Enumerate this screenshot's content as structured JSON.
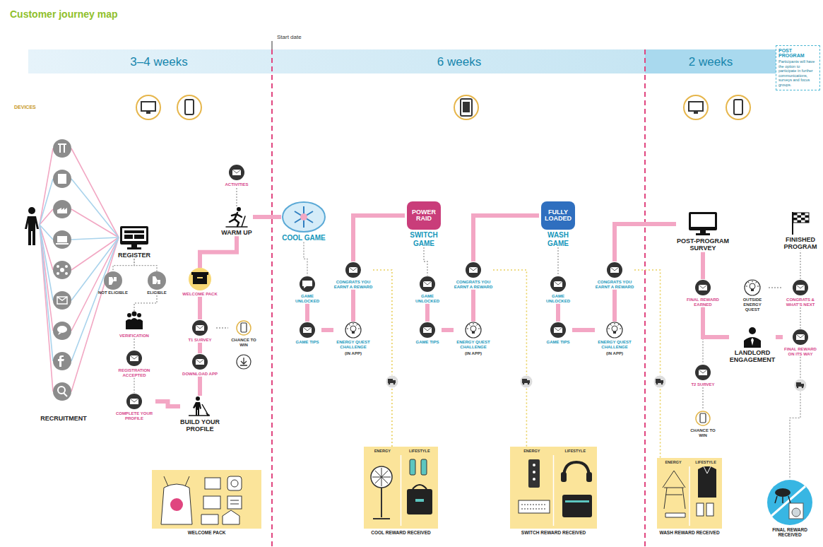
{
  "diagram": {
    "title": "Customer journey map",
    "nodes": [
      {
        "text": [
          "RECRUITMENT"
        ]
      },
      {
        "text": [
          "REGISTER"
        ]
      },
      {
        "text": [
          "NOT ELIGIBLE"
        ]
      },
      {
        "text": [
          "ELIGIBLE"
        ]
      },
      {
        "text": [
          "VERIFICATION"
        ]
      },
      {
        "text": [
          "REGISTRATION ACCEPTED"
        ]
      },
      {
        "text": [
          "COMPLETE YOUR PROFILE"
        ]
      },
      {
        "text": [
          "BUILD YOUR PROFILE"
        ]
      },
      {
        "text": [
          "WELCOME PACK"
        ]
      },
      {
        "text": [
          "T1 SURVEY"
        ]
      },
      {
        "text": [
          "CHANCE TO WIN"
        ]
      },
      {
        "text": [
          "DOWNLOAD APP"
        ]
      },
      {
        "text": [
          "ACTIVITIES"
        ]
      },
      {
        "text": [
          "WARM UP"
        ]
      },
      {
        "text": [
          "COOL GAME"
        ]
      },
      {
        "text": [
          "GAME UNLOCKED"
        ]
      },
      {
        "text": [
          "GAME TIPS"
        ]
      },
      {
        "text": [
          "CONGRATS YOU EARNT A REWARD"
        ]
      },
      {
        "text": [
          "ENERGY QUEST CHALLENGE",
          "(IN APP)"
        ]
      },
      {
        "text": [
          "POWER RAID",
          "SWITCH GAME"
        ]
      },
      {
        "text": [
          "GAME UNLOCKED"
        ]
      },
      {
        "text": [
          "GAME TIPS"
        ]
      },
      {
        "text": [
          "CONGRATS YOU EARNT A REWARD"
        ]
      },
      {
        "text": [
          "ENERGY QUEST CHALLENGE",
          "(IN APP)"
        ]
      },
      {
        "text": [
          "FULLY LOADED",
          "WASH GAME"
        ]
      },
      {
        "text": [
          "GAME UNLOCKED"
        ]
      },
      {
        "text": [
          "GAME TIPS"
        ]
      },
      {
        "text": [
          "CONGRATS YOU EARNT A REWARD"
        ]
      },
      {
        "text": [
          "ENERGY QUEST CHALLENGE",
          "(IN APP)"
        ]
      },
      {
        "text": [
          "POST-PROGRAM SURVEY"
        ]
      },
      {
        "text": [
          "FINAL REWARD EARNED"
        ]
      },
      {
        "text": [
          "T2 SURVEY"
        ]
      },
      {
        "text": [
          "CHANCE TO WIN"
        ]
      },
      {
        "text": [
          "LANDLORD ENGAGEMENT"
        ]
      },
      {
        "text": [
          "FINISHED PROGRAM"
        ]
      },
      {
        "text": [
          "OUTSIDE ENERGY QUEST"
        ]
      },
      {
        "text": [
          "CONGRATS & WHAT'S NEXT"
        ]
      },
      {
        "text": [
          "FINAL REWARD ON ITS WAY"
        ]
      },
      {
        "text": [
          "WELCOME PACK"
        ]
      },
      {
        "text": [
          "ENERGY",
          "LIFESTYLE",
          "COOL REWARD RECEIVED"
        ]
      },
      {
        "text": [
          "ENERGY",
          "LIFESTYLE",
          "SWITCH REWARD RECEIVED"
        ]
      },
      {
        "text": [
          "ENERGY",
          "LIFESTYLE",
          "WASH REWARD RECEIVED"
        ]
      },
      {
        "text": [
          "FINAL REWARD RECEIVED"
        ]
      },
      {
        "text": [
          "POST PROGRAM",
          "Participants will have the option to participate in further communications, surveys and focus groups."
        ]
      }
    ],
    "edges": [
      {
        "from": 1,
        "to": 2,
        "arrow": "none"
      },
      {
        "from": 1,
        "to": 3,
        "arrow": "none"
      },
      {
        "from": 3,
        "to": 4,
        "arrow": "none"
      },
      {
        "from": 4,
        "to": 5,
        "arrow": "none"
      },
      {
        "from": 5,
        "to": 6,
        "arrow": "none"
      },
      {
        "from": 6,
        "to": 7,
        "arrow": "none"
      },
      {
        "from": 7,
        "to": 11,
        "arrow": "none"
      },
      {
        "from": 11,
        "to": 9,
        "arrow": "none"
      },
      {
        "from": 9,
        "to": 8,
        "arrow": "none"
      },
      {
        "from": 9,
        "to": 10,
        "arrow": "none"
      },
      {
        "from": 8,
        "to": 13,
        "arrow": "none"
      },
      {
        "from": 13,
        "to": 12,
        "arrow": "none"
      },
      {
        "from": 13,
        "to": 14,
        "arrow": "none"
      },
      {
        "from": 14,
        "to": 15,
        "arrow": "none"
      },
      {
        "from": 15,
        "to": 16,
        "arrow": "none"
      },
      {
        "from": 16,
        "to": 18,
        "arrow": "none"
      },
      {
        "from": 18,
        "to": 17,
        "arrow": "none"
      },
      {
        "from": 17,
        "to": 19,
        "arrow": "none"
      },
      {
        "from": 17,
        "to": 39,
        "arrow": "none"
      },
      {
        "from": 19,
        "to": 20,
        "arrow": "none"
      },
      {
        "from": 20,
        "to": 21,
        "arrow": "none"
      },
      {
        "from": 21,
        "to": 23,
        "arrow": "none"
      },
      {
        "from": 23,
        "to": 22,
        "arrow": "none"
      },
      {
        "from": 22,
        "to": 24,
        "arrow": "none"
      },
      {
        "from": 22,
        "to": 40,
        "arrow": "none"
      },
      {
        "from": 24,
        "to": 25,
        "arrow": "none"
      },
      {
        "from": 25,
        "to": 26,
        "arrow": "none"
      },
      {
        "from": 26,
        "to": 28,
        "arrow": "none"
      },
      {
        "from": 28,
        "to": 27,
        "arrow": "none"
      },
      {
        "from": 27,
        "to": 29,
        "arrow": "none"
      },
      {
        "from": 27,
        "to": 41,
        "arrow": "none"
      },
      {
        "from": 29,
        "to": 30,
        "arrow": "none"
      },
      {
        "from": 30,
        "to": 31,
        "arrow": "none"
      },
      {
        "from": 31,
        "to": 32,
        "arrow": "none"
      },
      {
        "from": 30,
        "to": 33,
        "arrow": "none"
      },
      {
        "from": 33,
        "to": 37,
        "arrow": "none"
      },
      {
        "from": 37,
        "to": 36,
        "arrow": "none"
      },
      {
        "from": 36,
        "to": 34,
        "arrow": "none"
      },
      {
        "from": 36,
        "to": 35,
        "arrow": "none"
      },
      {
        "from": 37,
        "to": 42,
        "arrow": "none"
      }
    ],
    "labels": [
      "Start date",
      "3–4 weeks",
      "6 weeks",
      "2 weeks",
      "DEVICES"
    ]
  }
}
